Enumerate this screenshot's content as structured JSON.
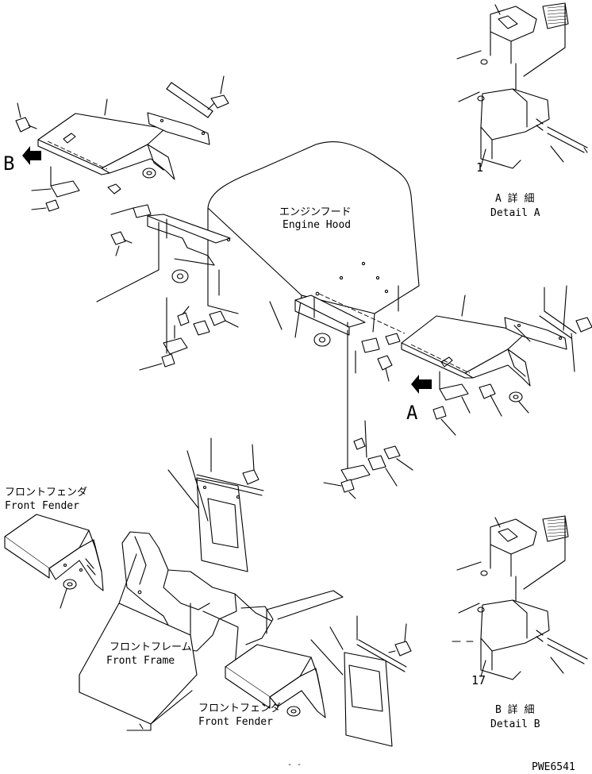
{
  "labels": {
    "engine_hood_jp": "エンジンフード",
    "engine_hood_en": "Engine Hood",
    "front_fender_jp_left": "フロントフェンダ",
    "front_fender_en_left": "Front Fender",
    "front_frame_jp": "フロントフレーム",
    "front_frame_en": "Front Frame",
    "front_fender_jp_right": "フロントフェンダ",
    "front_fender_en_right": "Front Fender",
    "detail_a_jp": "A 詳 細",
    "detail_a_en": "Detail A",
    "detail_b_jp": "B 詳 細",
    "detail_b_en": "Detail B",
    "view_a": "A",
    "view_b": "B",
    "part_1": "1",
    "part_17": "17",
    "drawing_no": "PWE6541"
  }
}
